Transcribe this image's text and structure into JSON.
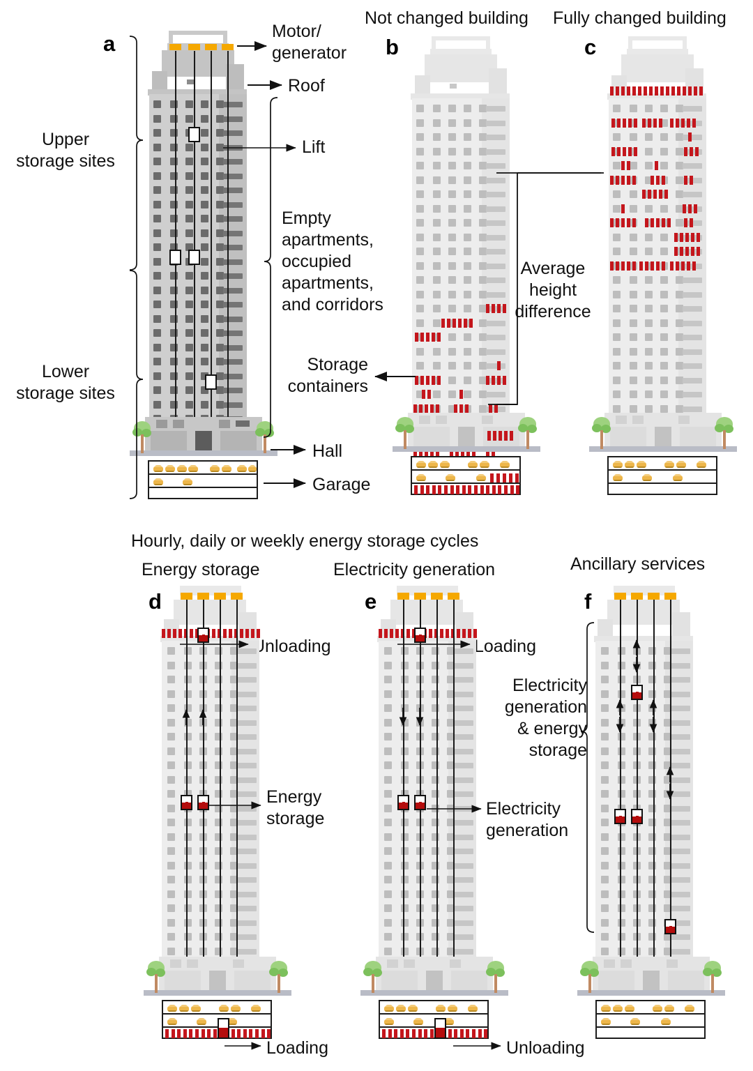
{
  "figure": {
    "domain": "scientific-diagram",
    "subject": "Lift Energy Storage Technology in high-rise buildings"
  },
  "headers": {
    "b_title": "Not changed building",
    "c_title": "Fully changed building",
    "cycles_title": "Hourly, daily or weekly energy storage cycles",
    "d_title": "Energy storage",
    "e_title": "Electricity generation",
    "f_title": "Ancillary services"
  },
  "panel_letters": {
    "a": "a",
    "b": "b",
    "c": "c",
    "d": "d",
    "e": "e",
    "f": "f"
  },
  "panel_a": {
    "labels": {
      "upper_storage": "Upper\nstorage sites",
      "lower_storage": "Lower\nstorage sites",
      "motor_generator": "Motor/\ngenerator",
      "roof": "Roof",
      "lift": "Lift",
      "apartments": "Empty\napartments,\noccupied\napartments,\nand corridors",
      "hall": "Hall",
      "garage": "Garage"
    }
  },
  "panel_b": {
    "labels": {
      "storage_containers": "Storage\ncontainers",
      "average_height_difference": "Average\nheight\ndifference"
    }
  },
  "panel_d": {
    "labels": {
      "unloading_top": "Unloading",
      "energy_storage": "Energy\nstorage",
      "loading_bottom": "Loading"
    }
  },
  "panel_e": {
    "labels": {
      "loading_top": "Loading",
      "electricity_generation": "Electricity\ngeneration",
      "unloading_bottom": "Unloading"
    }
  },
  "panel_f": {
    "labels": {
      "gen_and_storage": "Electricity\ngeneration\n& energy\nstorage"
    }
  },
  "colors": {
    "motor_generator": "#f5a800",
    "storage_container": "#c4161c",
    "lift_load": "#b40d0d",
    "building_dark": "#6b6b6b",
    "building_pale": "#bdbdbd",
    "ground": "#b9bcc6",
    "outline": "#1a1a1a",
    "text": "#111111"
  },
  "icons": {
    "motor": "motor-generator-icon",
    "lift": "lift-car-icon",
    "container": "storage-container-icon",
    "car": "parked-car-icon",
    "tree": "tree-icon",
    "arrow": "arrow-icon",
    "brace": "curly-brace-icon"
  },
  "structure": {
    "window_columns": 5,
    "corridor_column": 1,
    "garage_levels": 3,
    "motor_units": 4,
    "cables": 4
  }
}
